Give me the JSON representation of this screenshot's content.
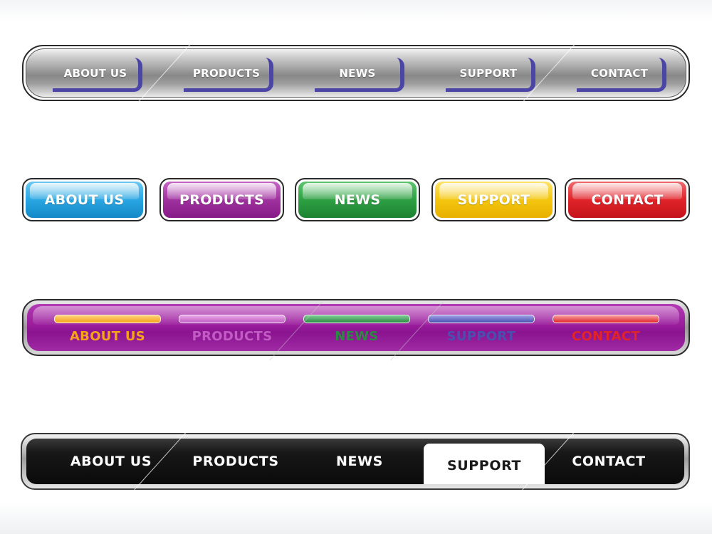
{
  "menu1": {
    "items": [
      {
        "label": "ABOUT US"
      },
      {
        "label": "PRODUCTS"
      },
      {
        "label": "NEWS"
      },
      {
        "label": "SUPPORT"
      },
      {
        "label": "CONTACT"
      }
    ],
    "tab_color": "#4b46a6"
  },
  "menu2": {
    "items": [
      {
        "label": "ABOUT US",
        "color": "#2aa6e3"
      },
      {
        "label": "PRODUCTS",
        "color": "#a0329f"
      },
      {
        "label": "NEWS",
        "color": "#2ea043"
      },
      {
        "label": "SUPPORT",
        "color": "#f4c60f"
      },
      {
        "label": "CONTACT",
        "color": "#e0242a"
      }
    ]
  },
  "menu3": {
    "items": [
      {
        "label": "ABOUT US",
        "color": "#f6a21a"
      },
      {
        "label": "PRODUCTS",
        "color": "#c25cc4"
      },
      {
        "label": "NEWS",
        "color": "#2b8a42"
      },
      {
        "label": "SUPPORT",
        "color": "#4a4fb0"
      },
      {
        "label": "CONTACT",
        "color": "#e0242a"
      }
    ],
    "bar_color": "#9a1d9c"
  },
  "menu4": {
    "items": [
      {
        "label": "ABOUT US"
      },
      {
        "label": "PRODUCTS"
      },
      {
        "label": "NEWS"
      },
      {
        "label": "SUPPORT",
        "active": true
      },
      {
        "label": "CONTACT"
      }
    ]
  }
}
